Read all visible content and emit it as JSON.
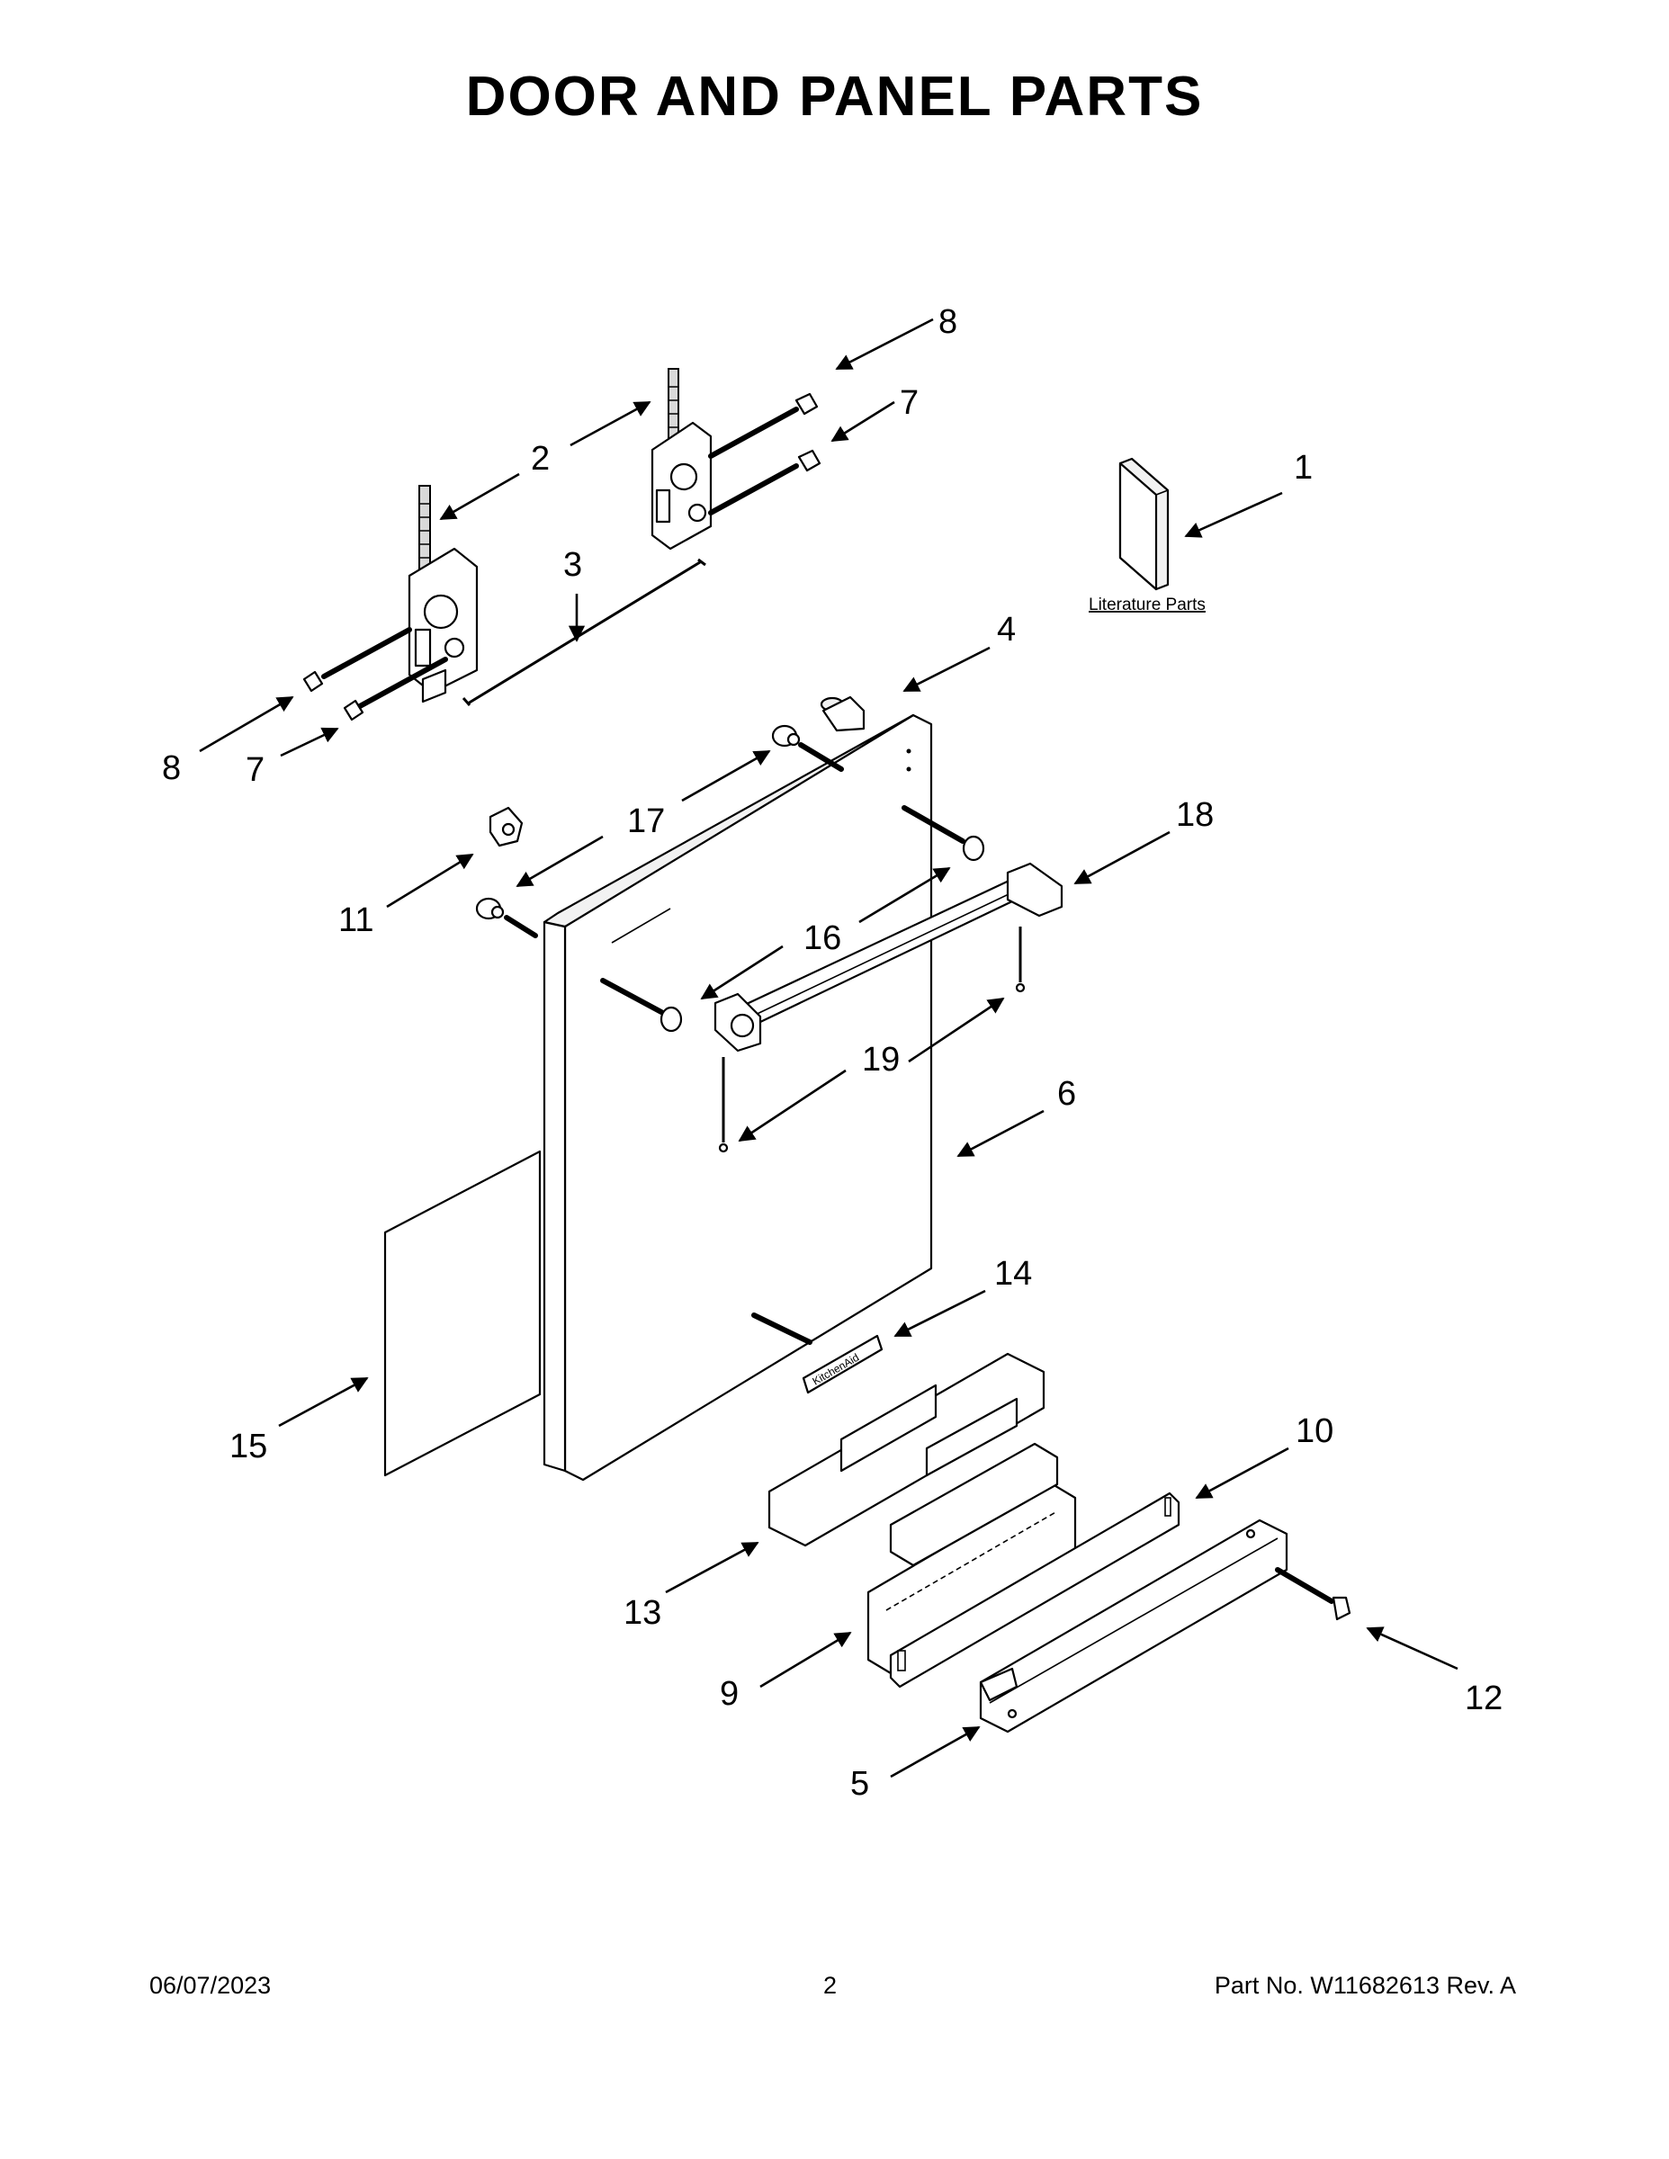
{
  "title": "DOOR AND PANEL PARTS",
  "literature_label": "Literature Parts",
  "brand_plate_text": "KitchenAid",
  "callouts": {
    "c1": "1",
    "c2": "2",
    "c3": "3",
    "c4": "4",
    "c5": "5",
    "c6": "6",
    "c7a": "7",
    "c7b": "7",
    "c8a": "8",
    "c8b": "8",
    "c9": "9",
    "c10": "10",
    "c11": "11",
    "c12": "12",
    "c13": "13",
    "c14": "14",
    "c15": "15",
    "c16": "16",
    "c17": "17",
    "c18": "18",
    "c19": "19"
  },
  "footer": {
    "date": "06/07/2023",
    "page": "2",
    "part_info": "Part No.  W11682613  Rev.  A"
  }
}
